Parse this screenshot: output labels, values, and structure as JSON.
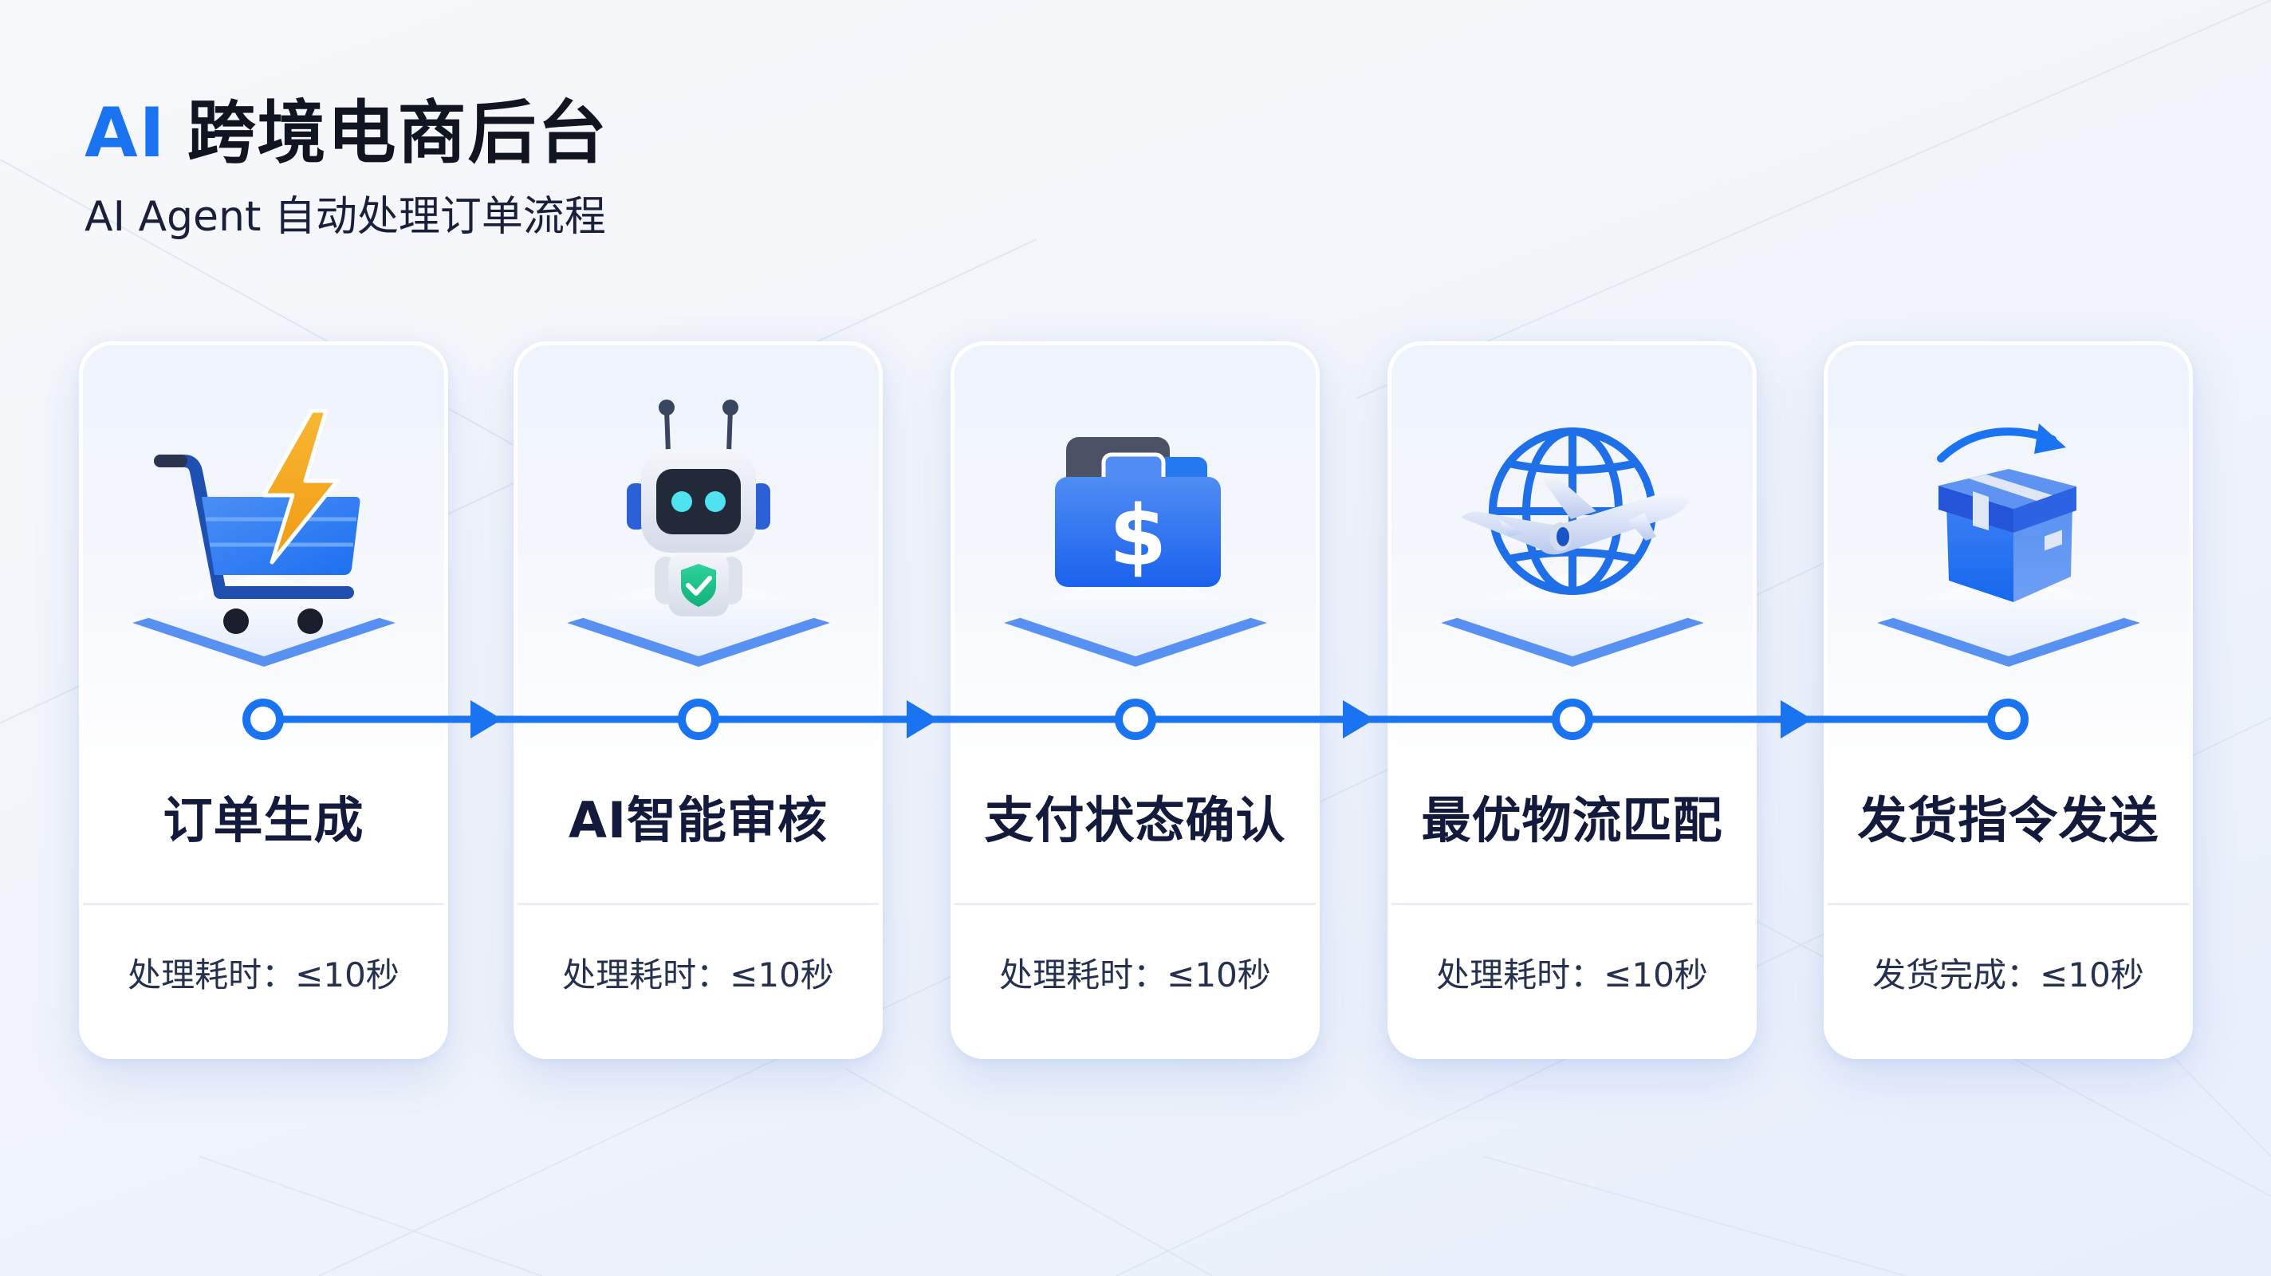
{
  "header": {
    "title_accent": "AI",
    "title_main": "跨境电商后台",
    "subtitle": "AI Agent 自动处理订单流程"
  },
  "colors": {
    "accent": "#1a73f0",
    "title_text": "#111522",
    "card_text": "#141a3c",
    "timeline": "#1a73f0"
  },
  "steps": [
    {
      "title": "订单生成",
      "metric": "处理耗时：≤10秒",
      "icon": "shopping-cart-lightning-icon"
    },
    {
      "title": "AI智能审核",
      "metric": "处理耗时：≤10秒",
      "icon": "robot-shield-check-icon"
    },
    {
      "title": "支付状态确认",
      "metric": "处理耗时：≤10秒",
      "icon": "wallet-dollar-icon"
    },
    {
      "title": "最优物流匹配",
      "metric": "处理耗时：≤10秒",
      "icon": "globe-airplane-icon"
    },
    {
      "title": "发货指令发送",
      "metric": "发货完成：≤10秒",
      "icon": "package-send-arrow-icon"
    }
  ]
}
